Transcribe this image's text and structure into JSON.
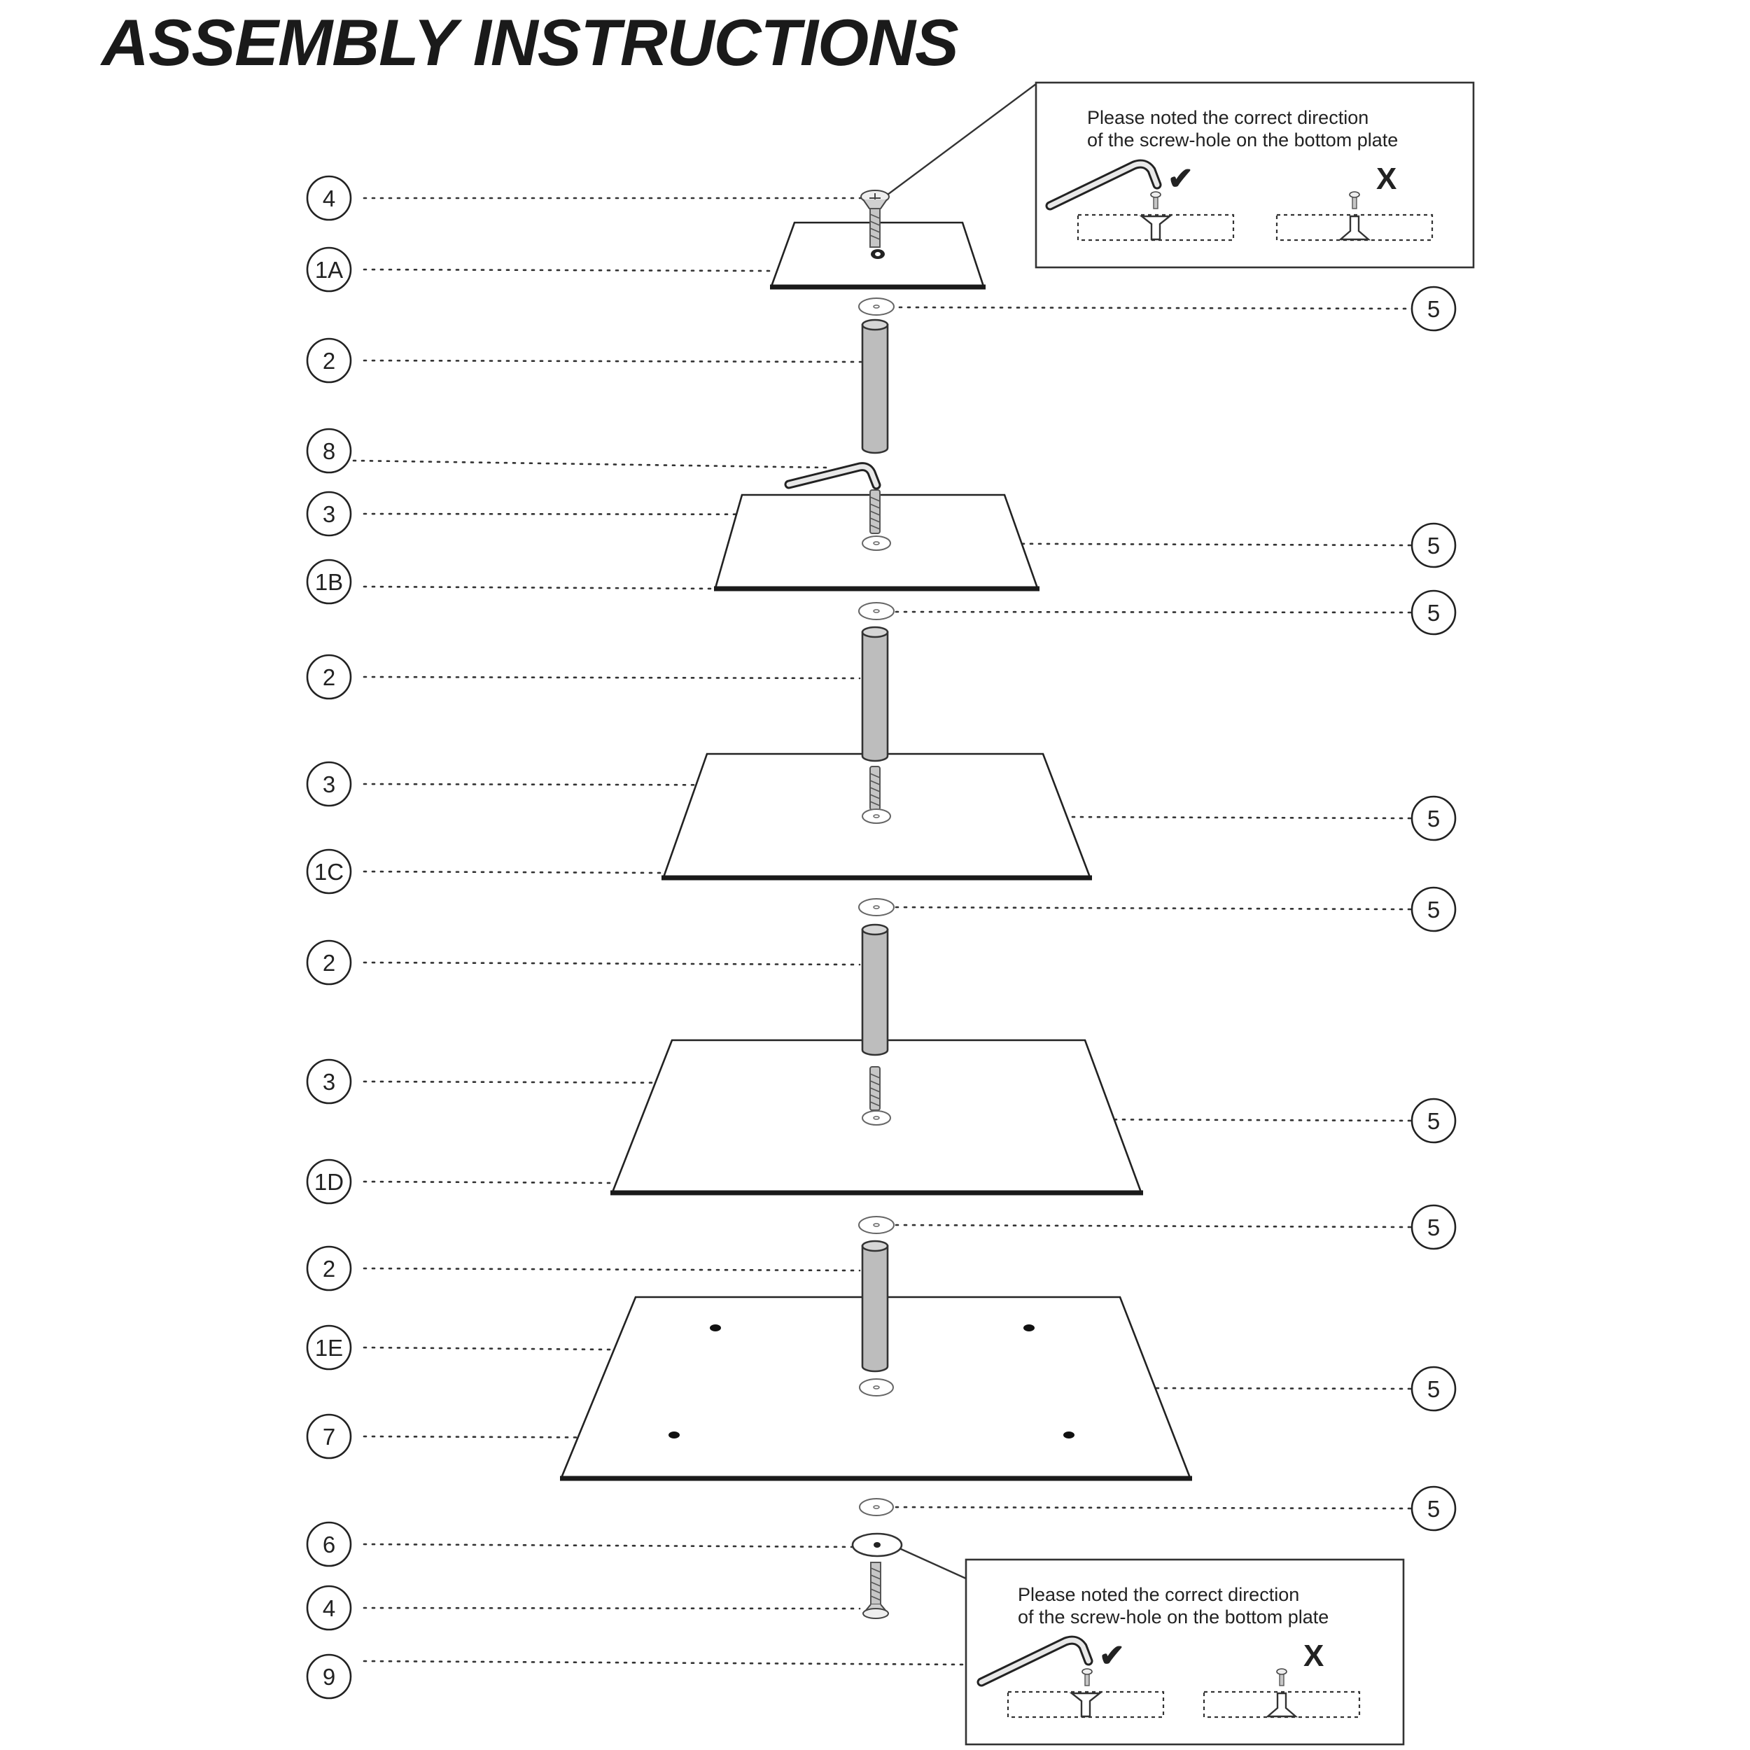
{
  "title": "ASSEMBLY INSTRUCTIONS",
  "callouts": [
    {
      "label": "4",
      "side": "left"
    },
    {
      "label": "1A",
      "side": "left"
    },
    {
      "label": "5",
      "side": "right"
    },
    {
      "label": "2",
      "side": "left"
    },
    {
      "label": "8",
      "side": "left"
    },
    {
      "label": "3",
      "side": "left"
    },
    {
      "label": "5",
      "side": "right"
    },
    {
      "label": "1B",
      "side": "left"
    },
    {
      "label": "5",
      "side": "right"
    },
    {
      "label": "2",
      "side": "left"
    },
    {
      "label": "3",
      "side": "left"
    },
    {
      "label": "5",
      "side": "right"
    },
    {
      "label": "1C",
      "side": "left"
    },
    {
      "label": "5",
      "side": "right"
    },
    {
      "label": "2",
      "side": "left"
    },
    {
      "label": "3",
      "side": "left"
    },
    {
      "label": "5",
      "side": "right"
    },
    {
      "label": "1D",
      "side": "left"
    },
    {
      "label": "5",
      "side": "right"
    },
    {
      "label": "2",
      "side": "left"
    },
    {
      "label": "1E",
      "side": "left"
    },
    {
      "label": "5",
      "side": "right"
    },
    {
      "label": "7",
      "side": "left"
    },
    {
      "label": "5",
      "side": "right"
    },
    {
      "label": "6",
      "side": "left"
    },
    {
      "label": "4",
      "side": "left"
    },
    {
      "label": "9",
      "side": "left"
    }
  ],
  "notes": [
    {
      "line1": "Please noted the correct direction",
      "line2": "of the screw-hole on the bottom plate",
      "correct_mark": "✔",
      "wrong_mark": "X"
    },
    {
      "line1": "Please noted the correct direction",
      "line2": "of the screw-hole on the bottom plate",
      "correct_mark": "✔",
      "wrong_mark": "X"
    }
  ]
}
